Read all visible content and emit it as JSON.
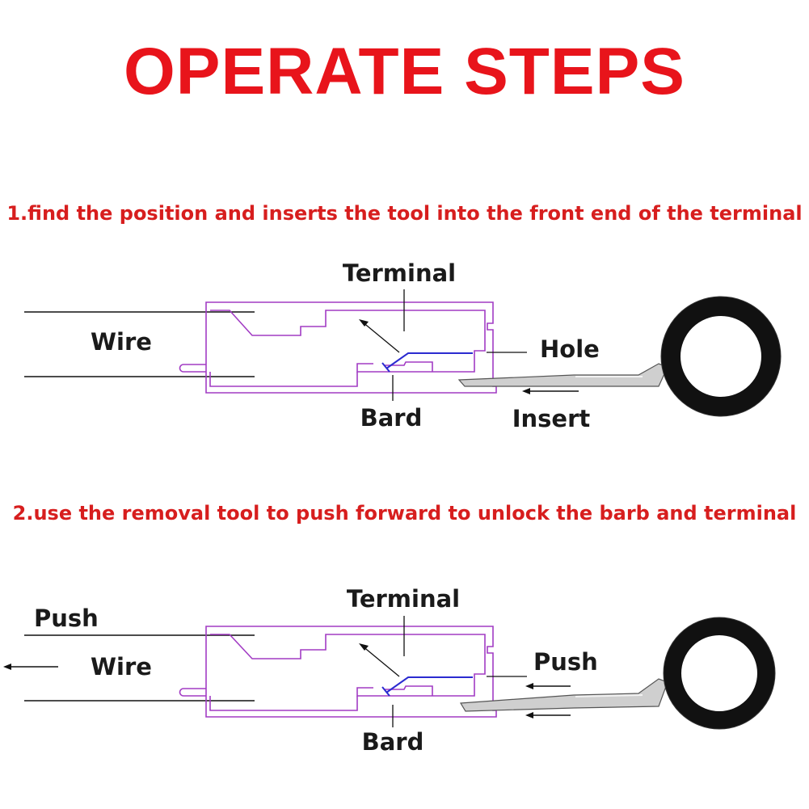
{
  "title": "OPERATE STEPS",
  "step1": {
    "instruction": "1.find the position and inserts the tool into the front end of the terminal",
    "labels": {
      "terminal": "Terminal",
      "wire": "Wire",
      "hole": "Hole",
      "bard": "Bard",
      "insert": "Insert"
    }
  },
  "step2": {
    "instruction": "2.use the removal tool to push forward to unlock the barb and terminal",
    "labels": {
      "terminal": "Terminal",
      "push_left": "Push",
      "wire": "Wire",
      "push_right": "Push",
      "bard": "Bard"
    }
  },
  "colors": {
    "title": "#e8141b",
    "instruction": "#d71e1e",
    "housing": "#a23cc4",
    "tool_ring": "#111111",
    "tool_pin": "#c9c9c9"
  },
  "icons": [
    "arrow-left-icon",
    "removal-tool-icon"
  ]
}
